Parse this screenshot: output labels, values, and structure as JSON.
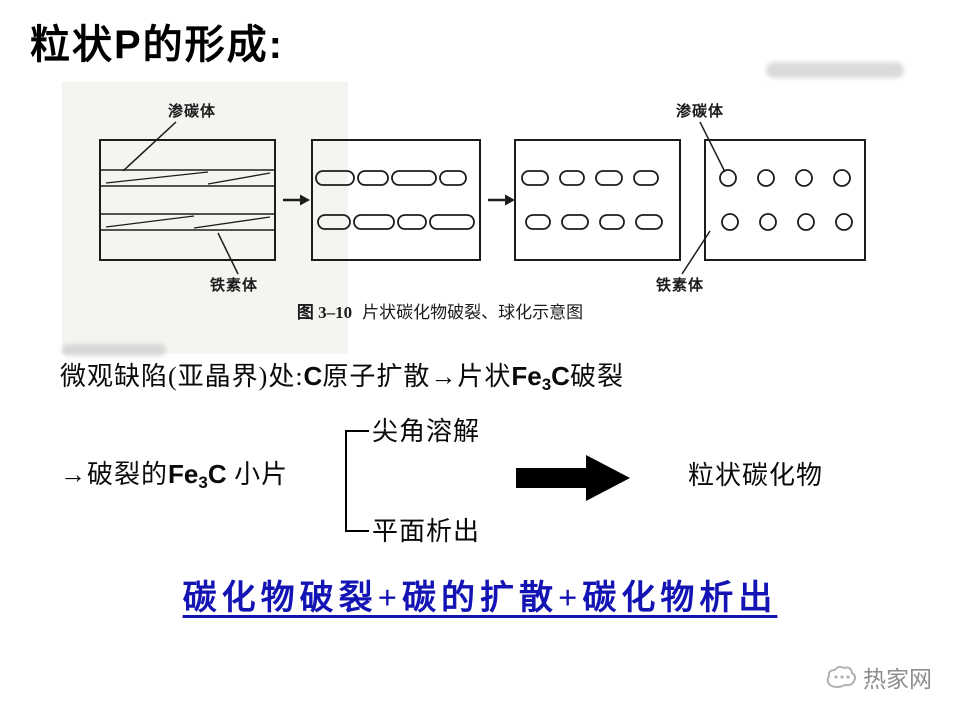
{
  "colors": {
    "ink": "#1c1c1c",
    "summary_blue": "#1414b4",
    "watermark_gray": "#8e8e8e"
  },
  "slide": {
    "title": "粒状P的形成:"
  },
  "figure": {
    "caption_number": "图 3–10",
    "caption_text": "片状碳化物破裂、球化示意图",
    "labels": {
      "cementite_left": "渗碳体",
      "ferrite_left": "铁素体",
      "cementite_right": "渗碳体",
      "ferrite_right": "铁素体"
    }
  },
  "mechanism": {
    "seg1": "微观缺陷(亚晶界)处:",
    "c1": "C",
    "seg2": "原子扩散",
    "arrow": "→",
    "seg3": "片状",
    "fe": "Fe",
    "sub3": "3",
    "c2": "C",
    "seg4": "破裂"
  },
  "branch": {
    "arrow": "→",
    "seg1": "破裂的",
    "fe": "Fe",
    "sub3": "3",
    "c": "C",
    "seg2": " 小片",
    "top_label": "尖角溶解",
    "bottom_label": "平面析出",
    "result": "粒状碳化物"
  },
  "summary": {
    "text": "碳化物破裂+碳的扩散+碳化物析出"
  },
  "watermark": {
    "site": "热家网"
  }
}
